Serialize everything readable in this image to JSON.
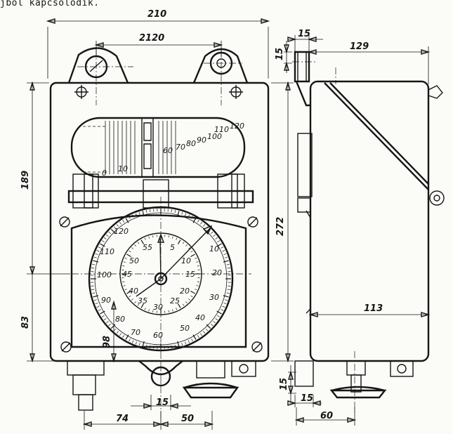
{
  "caption": "jból kapcsolódik.",
  "dimensions": {
    "front_width": "210",
    "mount_hole_spacing": "2120",
    "front_upper_height": "189",
    "total_height": "272",
    "front_lower_height": "83",
    "dial_height": "98",
    "bottom_hole": "15",
    "bottom_left_offset": "74",
    "bottom_right_offset": "50",
    "side_top_width": "15",
    "side_top_height": "15",
    "side_depth": "129",
    "side_body_depth": "113",
    "side_bottom_height": "15",
    "side_bottom_width": "15",
    "side_shaft_offset": "60"
  },
  "drum_scale": [
    "0",
    "10",
    "60",
    "70",
    "80",
    "90",
    "100",
    "110",
    "120"
  ],
  "outer_scale": [
    "120",
    "110",
    "100",
    "90",
    "80",
    "70",
    "60",
    "50",
    "40",
    "30",
    "20",
    "10"
  ],
  "inner_scale": [
    "55",
    "5",
    "10",
    "15",
    "20",
    "25",
    "30",
    "35",
    "40",
    "45",
    "50"
  ]
}
